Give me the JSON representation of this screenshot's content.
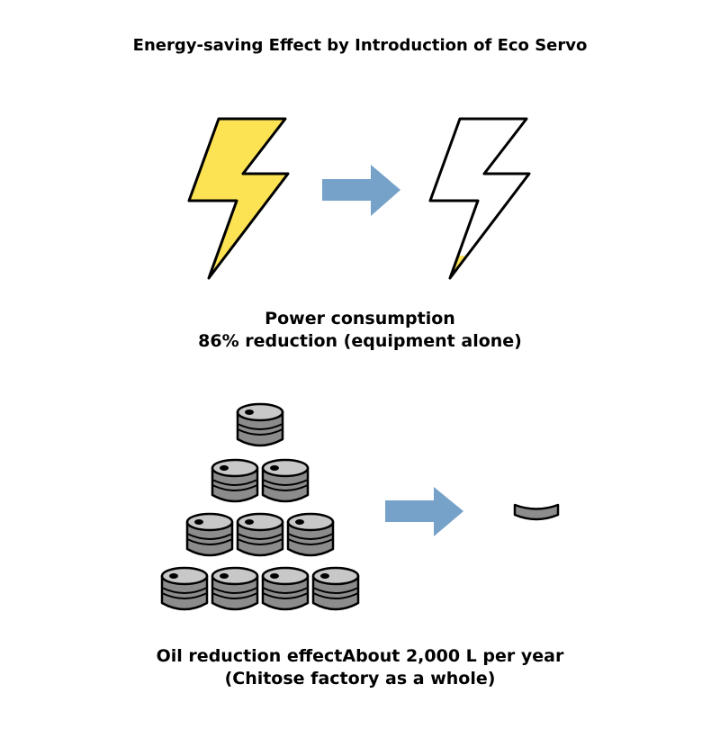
{
  "title": "Energy-saving Effect by Introduction of Eco Servo",
  "power": {
    "line1": "Power consumption",
    "line2": "86% reduction (equipment alone)",
    "reduction_percent": 86,
    "remaining_fill_fraction": 0.14
  },
  "oil": {
    "line1": "Oil reduction effectAbout 2,000 L per year",
    "line2": "(Chitose factory as a whole)",
    "barrels_before": 10
  },
  "colors": {
    "bolt_yellow": "#fce354",
    "arrow_blue": "#76a2c9",
    "barrel_grey": "#8c8c8c",
    "barrel_top": "#c8c8c8"
  },
  "icons": [
    "lightning-bolt-icon",
    "right-arrow-icon",
    "oil-barrel-icon"
  ]
}
